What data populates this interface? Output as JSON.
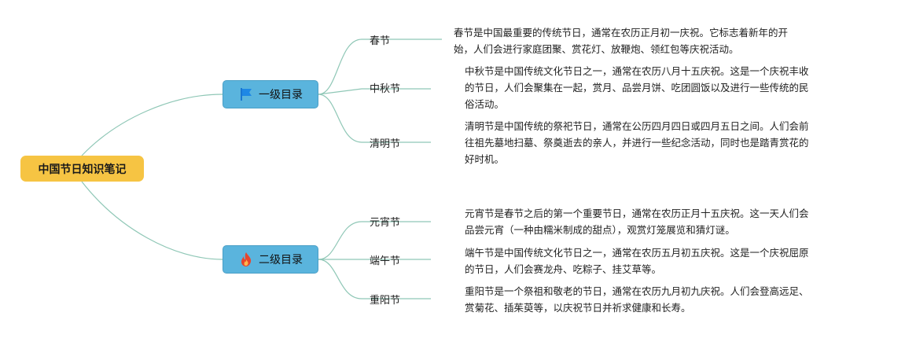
{
  "root": {
    "label": "中国节日知识笔记"
  },
  "branches": [
    {
      "label": "一级目录",
      "icon": "blue-flag-icon",
      "items": [
        {
          "name": "春节",
          "desc_lines": [
            "春节是中国最重要的传统节日，通常在农历正月初一庆祝。它标志着新年的开",
            "始，人们会进行家庭团聚、赏花灯、放鞭炮、领红包等庆祝活动。"
          ]
        },
        {
          "name": "中秋节",
          "desc_lines": [
            "中秋节是中国传统文化节日之一，通常在农历八月十五庆祝。这是一个庆祝丰收",
            "的节日，人们会聚集在一起，赏月、品尝月饼、吃团圆饭以及进行一些传统的民",
            "俗活动。"
          ]
        },
        {
          "name": "清明节",
          "desc_lines": [
            "清明节是中国传统的祭祀节日，通常在公历四月四日或四月五日之间。人们会前",
            "往祖先墓地扫墓、祭奠逝去的亲人，并进行一些纪念活动，同时也是踏青赏花的",
            "好时机。"
          ]
        }
      ]
    },
    {
      "label": "二级目录",
      "icon": "fire-icon",
      "items": [
        {
          "name": "元宵节",
          "desc_lines": [
            "元宵节是春节之后的第一个重要节日，通常在农历正月十五庆祝。这一天人们会",
            "品尝元宵（一种由糯米制成的甜点），观赏灯笼展览和猜灯谜。"
          ]
        },
        {
          "name": "端午节",
          "desc_lines": [
            "端午节是中国传统文化节日之一，通常在农历五月初五庆祝。这是一个庆祝屈原",
            "的节日，人们会赛龙舟、吃粽子、挂艾草等。"
          ]
        },
        {
          "name": "重阳节",
          "desc_lines": [
            "重阳节是一个祭祖和敬老的节日，通常在农历九月初九庆祝。人们会登高远足、",
            "赏菊花、插茱萸等，以庆祝节日并祈求健康和长寿。"
          ]
        }
      ]
    }
  ],
  "colors": {
    "root_fill": "#f6c443",
    "branch_fill": "#5ab4dd",
    "link": "#8fc7b6"
  }
}
